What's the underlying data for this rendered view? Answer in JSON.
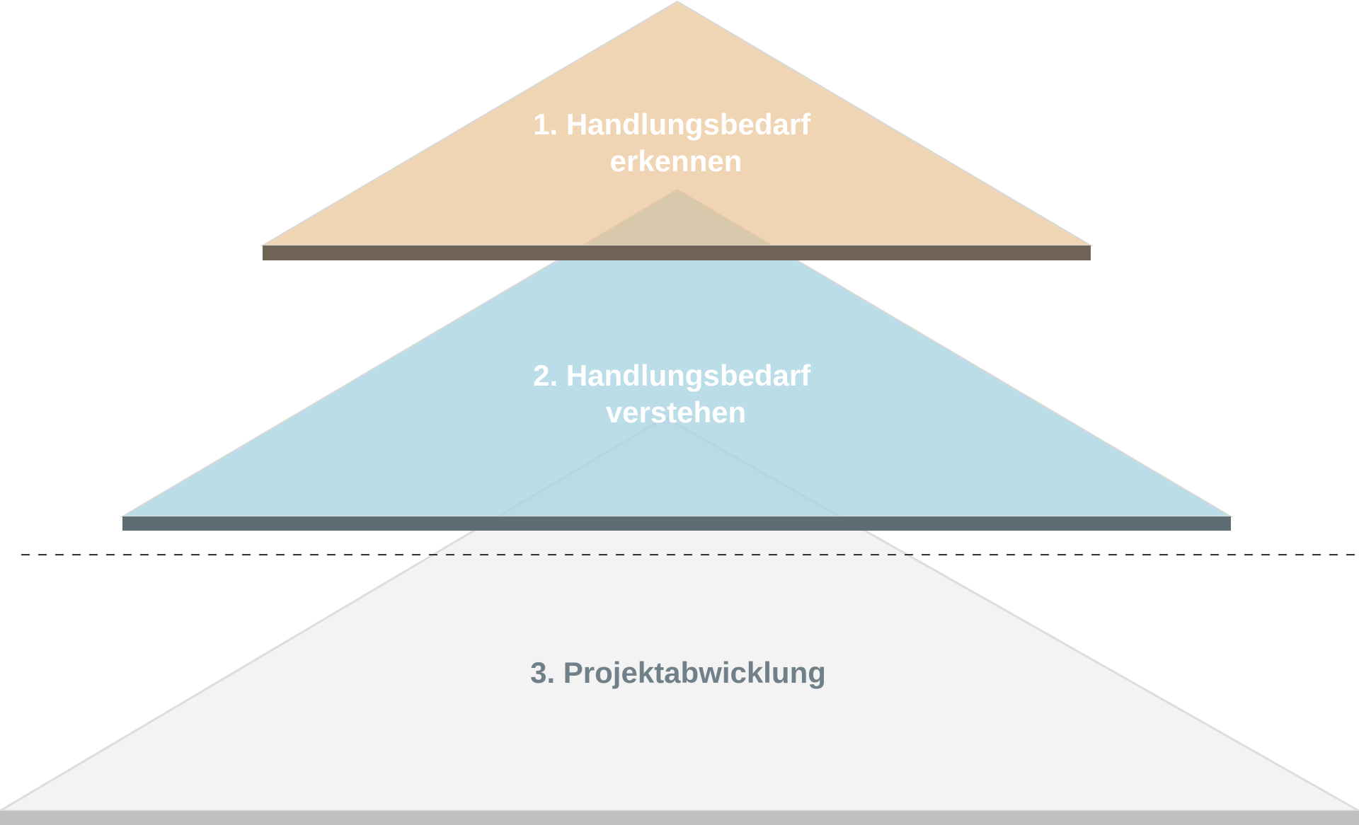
{
  "diagram": {
    "stages": [
      {
        "line1": "1. Handlungsbedarf",
        "line2": "erkennen",
        "fill_color": "#e8bf8c",
        "base_color": "#6f6355",
        "text_color": "#ffffff"
      },
      {
        "line1": "2. Handlungsbedarf",
        "line2": "verstehen",
        "fill_color": "#a7d4e0",
        "base_color": "#5d6d73",
        "text_color": "#ffffff"
      },
      {
        "line1": "3. Projektabwicklung",
        "line2": "",
        "fill_color": "#f3f3f3",
        "base_color": "#c0c0c0",
        "text_color": "#6f8089"
      }
    ],
    "divider_style": "dashed"
  }
}
